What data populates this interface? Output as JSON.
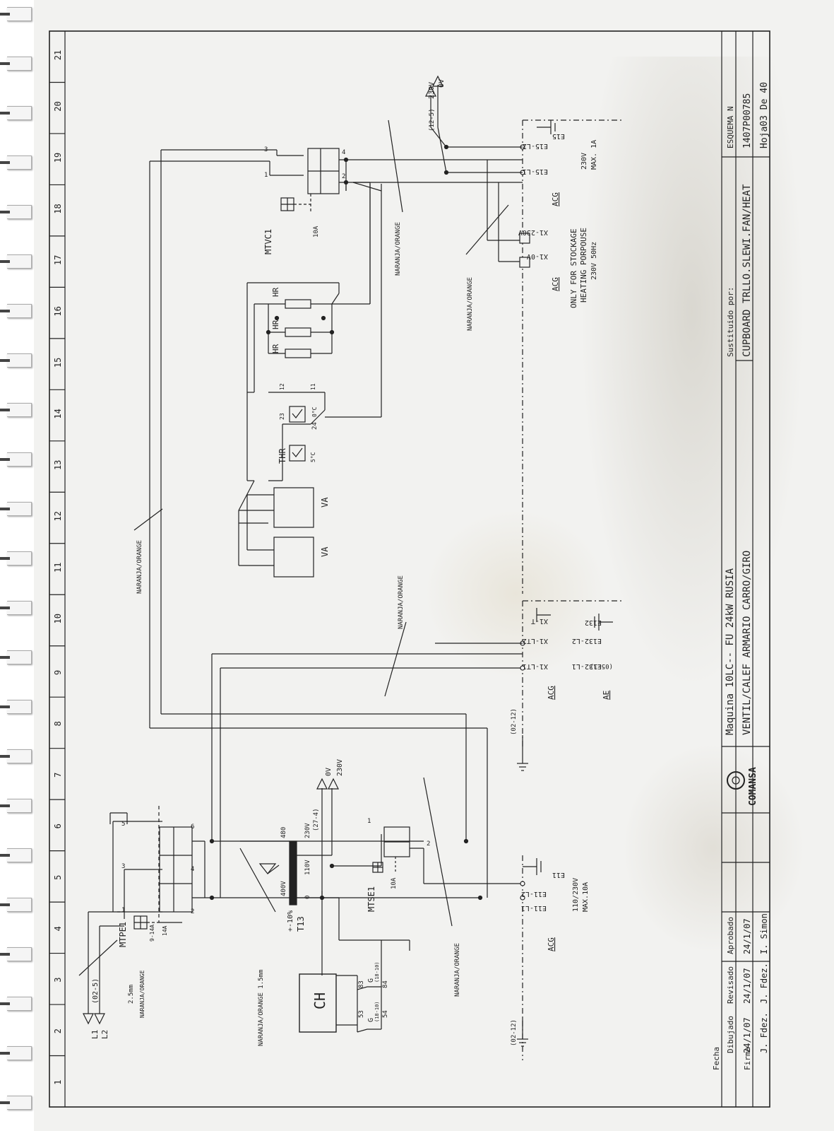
{
  "columns": [
    "1",
    "2",
    "3",
    "4",
    "5",
    "6",
    "7",
    "8",
    "9",
    "10",
    "11",
    "12",
    "13",
    "14",
    "15",
    "16",
    "17",
    "18",
    "19",
    "20",
    "21"
  ],
  "title_block": {
    "headers": [
      "Dibujado",
      "Revisado",
      "Aprobado"
    ],
    "row_fecha": "Fecha",
    "row_firma": "Firma",
    "fecha": [
      "24/1/07",
      "24/1/07",
      "24/1/07"
    ],
    "firma": [
      "J. Fdez.",
      "J. Fdez.",
      "I. Simon"
    ],
    "company": "COMANSA",
    "machine": "Maquina 10LC-- FU 24kW RUSIA",
    "description": "VENTIL/CALEF ARMARIO CARRO/GIRO",
    "substituted_label": "Sustituido por:",
    "description_en": "CUPBOARD TRLLO.SLEWI.FAN/HEAT",
    "scheme_label": "ESQUEMA N",
    "scheme_number": "1407P00785",
    "sheet": "Hoja03 De 40"
  },
  "labels": {
    "l1": "L1",
    "l2": "L2",
    "ref_02_5": "(02-5)",
    "cable_25": "2.5mm",
    "naranja_orange_1": "NARANJA/ORANGE",
    "mtpe1": "MTPE1",
    "mtpe1_range1": "9-14A",
    "mtpe1_range2": "14A",
    "mtpe1_contacts": [
      "1",
      "2",
      "3",
      "4",
      "5",
      "6"
    ],
    "naranja_15": "NARANJA/ORANGE 1.5mm",
    "t13": "T13",
    "t13_tol": "+-10%",
    "t13_400v": "400V",
    "t13_480": "480",
    "t13_230v": "230V",
    "t13_110v": "110V",
    "t13_0": "0",
    "ref_27_4": "(27-4)",
    "t13_out_0v": "0V",
    "t13_out_230v": "230V",
    "mtse1": "MTSE1",
    "mtse1_rating": "10A",
    "mtse1_contacts": [
      "1",
      "2"
    ],
    "ch": "CH",
    "g_contacts": [
      "53",
      "54",
      "83",
      "84"
    ],
    "g_label": "G",
    "g_ref": "(18-10)",
    "naranja_orange_2": "NARANJA/ORANGE",
    "ref_02_12a": "(02-12)",
    "ref_02_12b": "(02-12)",
    "e11_l1": "E11-L1",
    "e11_l2": "E11-L2",
    "e11": "E11",
    "acg_1": "ACG",
    "voltage_110_230": "110/230V",
    "max_10a": "MAX.10A",
    "naranja_orange_3": "NARANJA/ORANGE",
    "naranja_orange_4": "NARANJA/ORANGE",
    "x1_lt1": "X1-LT1",
    "x1_lt2": "X1-LT2",
    "x1_t": "X1-T",
    "e132_l1": "E132-L1",
    "e132_l2": "E132-L2",
    "e132": "E132",
    "ref_05_3": "(05-3)",
    "acg_2": "ACG",
    "ae": "AE",
    "va": "VA",
    "thr": "THR",
    "thr_5c": "5°C",
    "thr_24": "24",
    "thr_23": "23",
    "thr_11": "11",
    "thr_12": "12",
    "thr_0c": "0°C",
    "hr": "HR",
    "mtvc1": "MTVC1",
    "mtvc1_rating": "10A",
    "mtvc1_contacts": [
      "1",
      "2",
      "3",
      "4"
    ],
    "naranja_orange_5": "NARANJA/ORANGE",
    "naranja_orange_6": "NARANJA/ORANGE",
    "ref_12_5": "(12-5)",
    "out_230v": "230V",
    "out_0v": "0V",
    "e15_l1": "E15-L1",
    "e15_l2": "E15-L2",
    "e15": "E15",
    "acg_3": "ACG",
    "v_230": "230V",
    "max_1a": "MAX. 1A",
    "x1_230v": "X1-230V",
    "x1_0v": "X1-0V",
    "acg_4": "ACG",
    "only_for": "ONLY FOR STOCKAGE",
    "heating_porpouse": "HEATING PORPOUSE",
    "v_230_50hz": "230V 50Hz"
  }
}
